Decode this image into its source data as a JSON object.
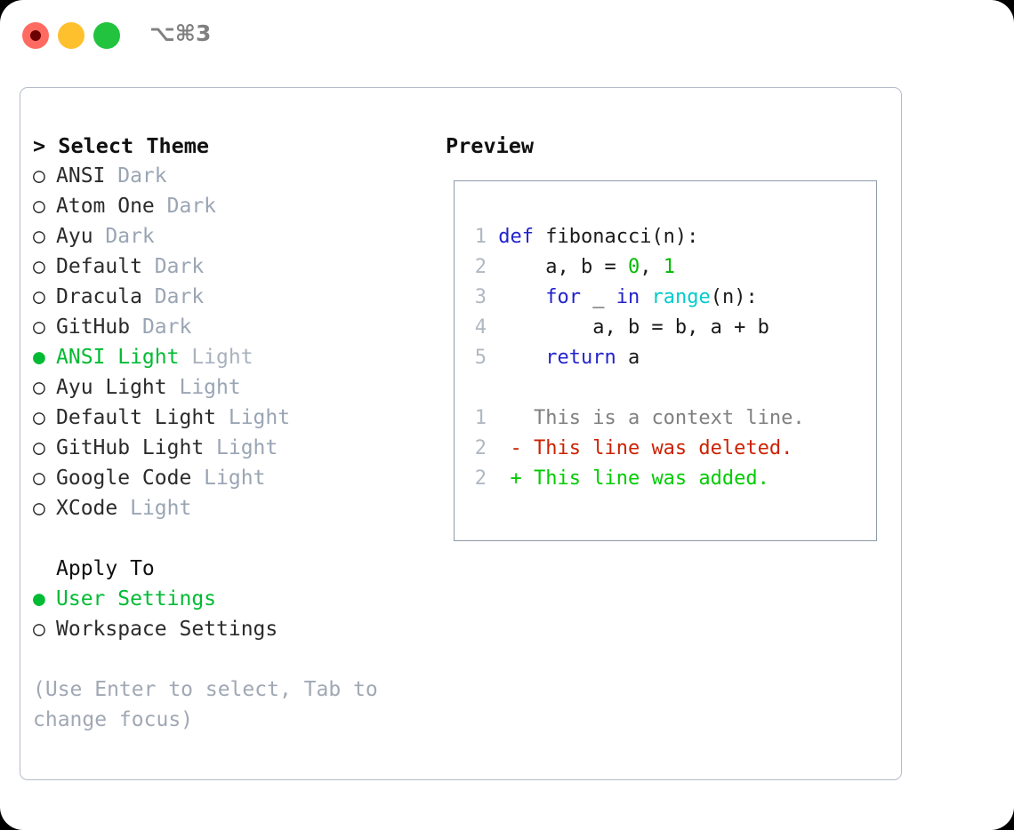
{
  "titlebar": {
    "shortcut": "⌥⌘3",
    "buttons": [
      {
        "name": "close",
        "color": "#ff6b61"
      },
      {
        "name": "minimize",
        "color": "#ffc02e"
      },
      {
        "name": "maximize",
        "color": "#22c33e"
      }
    ]
  },
  "theme_panel": {
    "header": "> Select Theme",
    "selected_marker": "●",
    "unselected_marker": "○",
    "items": [
      {
        "name": "ANSI",
        "kind": "Dark",
        "selected": false
      },
      {
        "name": "Atom One",
        "kind": "Dark",
        "selected": false
      },
      {
        "name": "Ayu",
        "kind": "Dark",
        "selected": false
      },
      {
        "name": "Default",
        "kind": "Dark",
        "selected": false
      },
      {
        "name": "Dracula",
        "kind": "Dark",
        "selected": false
      },
      {
        "name": "GitHub",
        "kind": "Dark",
        "selected": false
      },
      {
        "name": "ANSI Light",
        "kind": "Light",
        "selected": true
      },
      {
        "name": "Ayu Light",
        "kind": "Light",
        "selected": false
      },
      {
        "name": "Default Light",
        "kind": "Light",
        "selected": false
      },
      {
        "name": "GitHub Light",
        "kind": "Light",
        "selected": false
      },
      {
        "name": "Google Code",
        "kind": "Light",
        "selected": false
      },
      {
        "name": "XCode",
        "kind": "Light",
        "selected": false
      }
    ]
  },
  "apply_to": {
    "title": "Apply To",
    "options": [
      {
        "label": "User Settings",
        "selected": true
      },
      {
        "label": "Workspace Settings",
        "selected": false
      }
    ]
  },
  "hint": "(Use Enter to select, Tab to change focus)",
  "preview": {
    "title": "Preview",
    "code_lines": [
      {
        "number": "1",
        "tokens": [
          {
            "text": "def ",
            "type": "kw"
          },
          {
            "text": "fibonacci(n):",
            "type": "id"
          }
        ]
      },
      {
        "number": "2",
        "tokens": [
          {
            "text": "    a, b = ",
            "type": "id"
          },
          {
            "text": "0",
            "type": "num"
          },
          {
            "text": ", ",
            "type": "id"
          },
          {
            "text": "1",
            "type": "num"
          }
        ]
      },
      {
        "number": "3",
        "tokens": [
          {
            "text": "    ",
            "type": "id"
          },
          {
            "text": "for",
            "type": "kw"
          },
          {
            "text": " _ ",
            "type": "id"
          },
          {
            "text": "in",
            "type": "kw"
          },
          {
            "text": " ",
            "type": "id"
          },
          {
            "text": "range",
            "type": "fn"
          },
          {
            "text": "(n):",
            "type": "id"
          }
        ]
      },
      {
        "number": "4",
        "tokens": [
          {
            "text": "        a, b = b, a + b",
            "type": "id"
          }
        ]
      },
      {
        "number": "5",
        "tokens": [
          {
            "text": "    ",
            "type": "id"
          },
          {
            "text": "return",
            "type": "kw"
          },
          {
            "text": " a",
            "type": "id"
          }
        ]
      }
    ],
    "diff_lines": [
      {
        "number": "1",
        "marker": " ",
        "text": " This is a context line.",
        "type": "ctx"
      },
      {
        "number": "2",
        "marker": "-",
        "text": " This line was deleted.",
        "type": "del"
      },
      {
        "number": "2",
        "marker": "+",
        "text": " This line was added.",
        "type": "add"
      }
    ]
  },
  "colors": {
    "accent_green": "#00bb33",
    "keyword_blue": "#2222cc",
    "function_cyan": "#00cccc",
    "number_green": "#00bb00",
    "diff_delete_red": "#cc2200",
    "diff_add_green": "#00cc00",
    "muted_gray": "#9aa5b4",
    "border_gray": "#b4bcc8"
  }
}
